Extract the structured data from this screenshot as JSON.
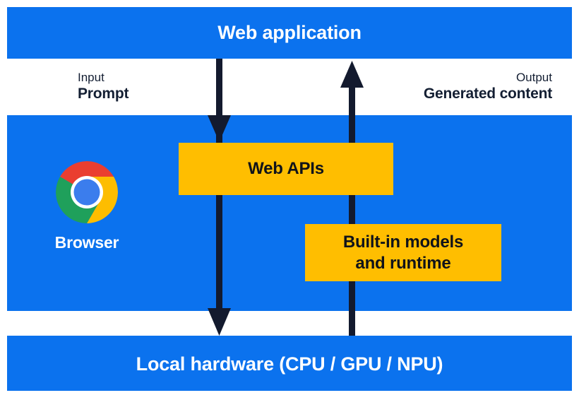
{
  "diagram": {
    "title": "Web application",
    "colors": {
      "blue": "#0B72EE",
      "yellow": "#FFBE00",
      "arrow_navy": "#131A2E",
      "text_dark": "#141F33",
      "text_light": "#FFFFFF",
      "chrome_red": "#EA3E30",
      "chrome_yellow": "#FDBD00",
      "chrome_green": "#1FA05B",
      "chrome_blue": "#3B7DED",
      "chrome_white": "#FFFFFF"
    },
    "bands": {
      "web_application": {
        "label": "Web application"
      },
      "browser": {
        "label": "Browser"
      },
      "local_hardware": {
        "label": "Local hardware (CPU / GPU / NPU)"
      }
    },
    "annotations": {
      "input": {
        "kind": "Input",
        "value": "Prompt"
      },
      "output": {
        "kind": "Output",
        "value": "Generated content"
      }
    },
    "components": {
      "web_apis": {
        "label": "Web APIs"
      },
      "builtin_models": {
        "label": "Built-in models\nand runtime"
      }
    },
    "flows": {
      "downstream": {
        "name": "prompt-flow-down",
        "direction": "down"
      },
      "upstream": {
        "name": "generated-content-flow-up",
        "direction": "up"
      }
    },
    "icons": {
      "chrome": "chrome-logo-icon"
    }
  }
}
